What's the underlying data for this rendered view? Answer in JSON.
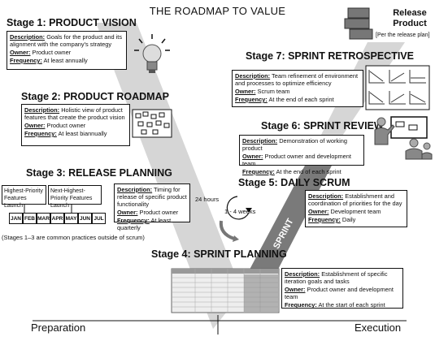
{
  "title": "THE ROADMAP TO VALUE",
  "release": {
    "line1": "Release",
    "line2": "Product",
    "note": "[Per the release plan]"
  },
  "stages": {
    "s1": {
      "name": "Stage 1: PRODUCT VISION",
      "description": "Goals for the product and its alignment with the company's strategy",
      "owner": "Product owner",
      "frequency": "At least annually"
    },
    "s2": {
      "name": "Stage 2: PRODUCT ROADMAP",
      "description": "Holistic view of product features that create the product vision",
      "owner": "Product owner",
      "frequency": "At least biannually"
    },
    "s3": {
      "name": "Stage 3: RELEASE PLANNING",
      "description": "Timing for release of specific product functionality",
      "owner": "Product owner",
      "frequency": "At least quarterly"
    },
    "s4": {
      "name": "Stage 4: SPRINT PLANNING",
      "description": "Establishment of specific iteration goals and tasks",
      "owner": "Product owner and development team",
      "frequency": "At the start of each sprint"
    },
    "s5": {
      "name": "Stage 5: DAILY SCRUM",
      "description": "Establishment and coordination of priorities for the day",
      "owner": "Development team",
      "frequency": "Daily"
    },
    "s6": {
      "name": "Stage 6: SPRINT REVIEW",
      "description": "Demonstration of working product",
      "owner": "Product owner and development team",
      "frequency": "At the end of each sprint"
    },
    "s7": {
      "name": "Stage 7: SPRINT RETROSPECTIVE",
      "description": "Team refinement of environment and processes to optimize efficiency",
      "owner": "Scrum team",
      "frequency": "At the end of each sprint"
    }
  },
  "labels": {
    "description": "Description:",
    "owner": "Owner:",
    "frequency": "Frequency:"
  },
  "launches": {
    "highest": "Highest-Priority Features Launch",
    "next": "Next-Highest-Priority Features Launch"
  },
  "months": [
    "JAN",
    "FEB",
    "MAR",
    "APR",
    "MAY",
    "JUN",
    "JUL"
  ],
  "note": "(Stages 1–3 are common practices outside of scrum)",
  "cycle": {
    "hours": "24 hours",
    "weeks": "1 - 4 weeks",
    "sprint": "SPRINT"
  },
  "axis": {
    "left": "Preparation",
    "right": "Execution"
  },
  "colors": {
    "arrow": "#d4d4d4",
    "arrow_dark": "#7a7a7a",
    "ink": "#111111"
  },
  "icons": [
    "lightbulb-icon",
    "sticky-notes-icon",
    "blocks-icon",
    "charts-icon",
    "presenter-icon",
    "cycle-arrow-icon",
    "spreadsheet-icon"
  ]
}
